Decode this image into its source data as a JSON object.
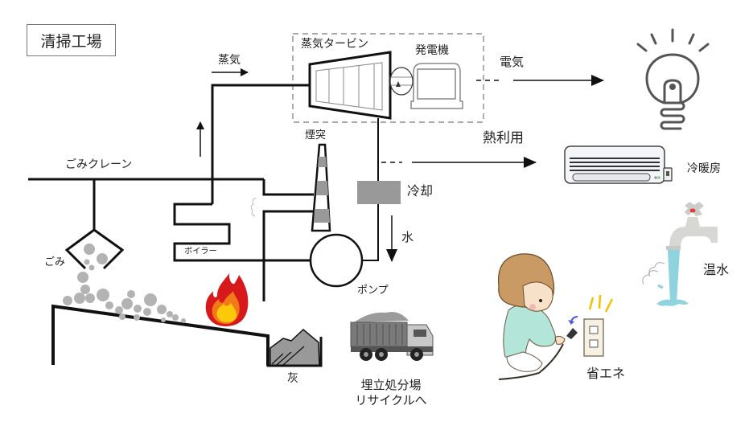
{
  "title": "清掃工場",
  "labels": {
    "steam": "蒸気",
    "steam_turbine": "蒸気タービン",
    "generator": "発電機",
    "electricity": "電気",
    "heat_use": "熱利用",
    "chimney": "煙突",
    "garbage_crane": "ごみクレーン",
    "cooling": "冷却",
    "water": "水",
    "boiler": "ボイラー",
    "garbage": "ごみ",
    "pump": "ポンプ",
    "ash": "灰",
    "landfill_line1": "埋立処分場",
    "landfill_line2": "リサイクルへ",
    "heating_cooling": "冷暖房",
    "hot_water": "温水",
    "energy_saving": "省エネ"
  },
  "icons": {
    "light_bulb": "light-bulb-icon",
    "air_conditioner": "air-conditioner-icon",
    "faucet": "hot-water-faucet-icon",
    "dump_truck": "dump-truck-icon",
    "fire": "fire-icon",
    "woman_unplugging": "woman-unplugging-icon"
  },
  "colors": {
    "line": "#111111",
    "gray_fill": "#999999",
    "garbage_gray": "#b3b3b3",
    "fire_red": "#d7191c",
    "fire_orange": "#f07a1a",
    "fire_yellow": "#fcc90a",
    "water_blue": "#8fd3df"
  }
}
